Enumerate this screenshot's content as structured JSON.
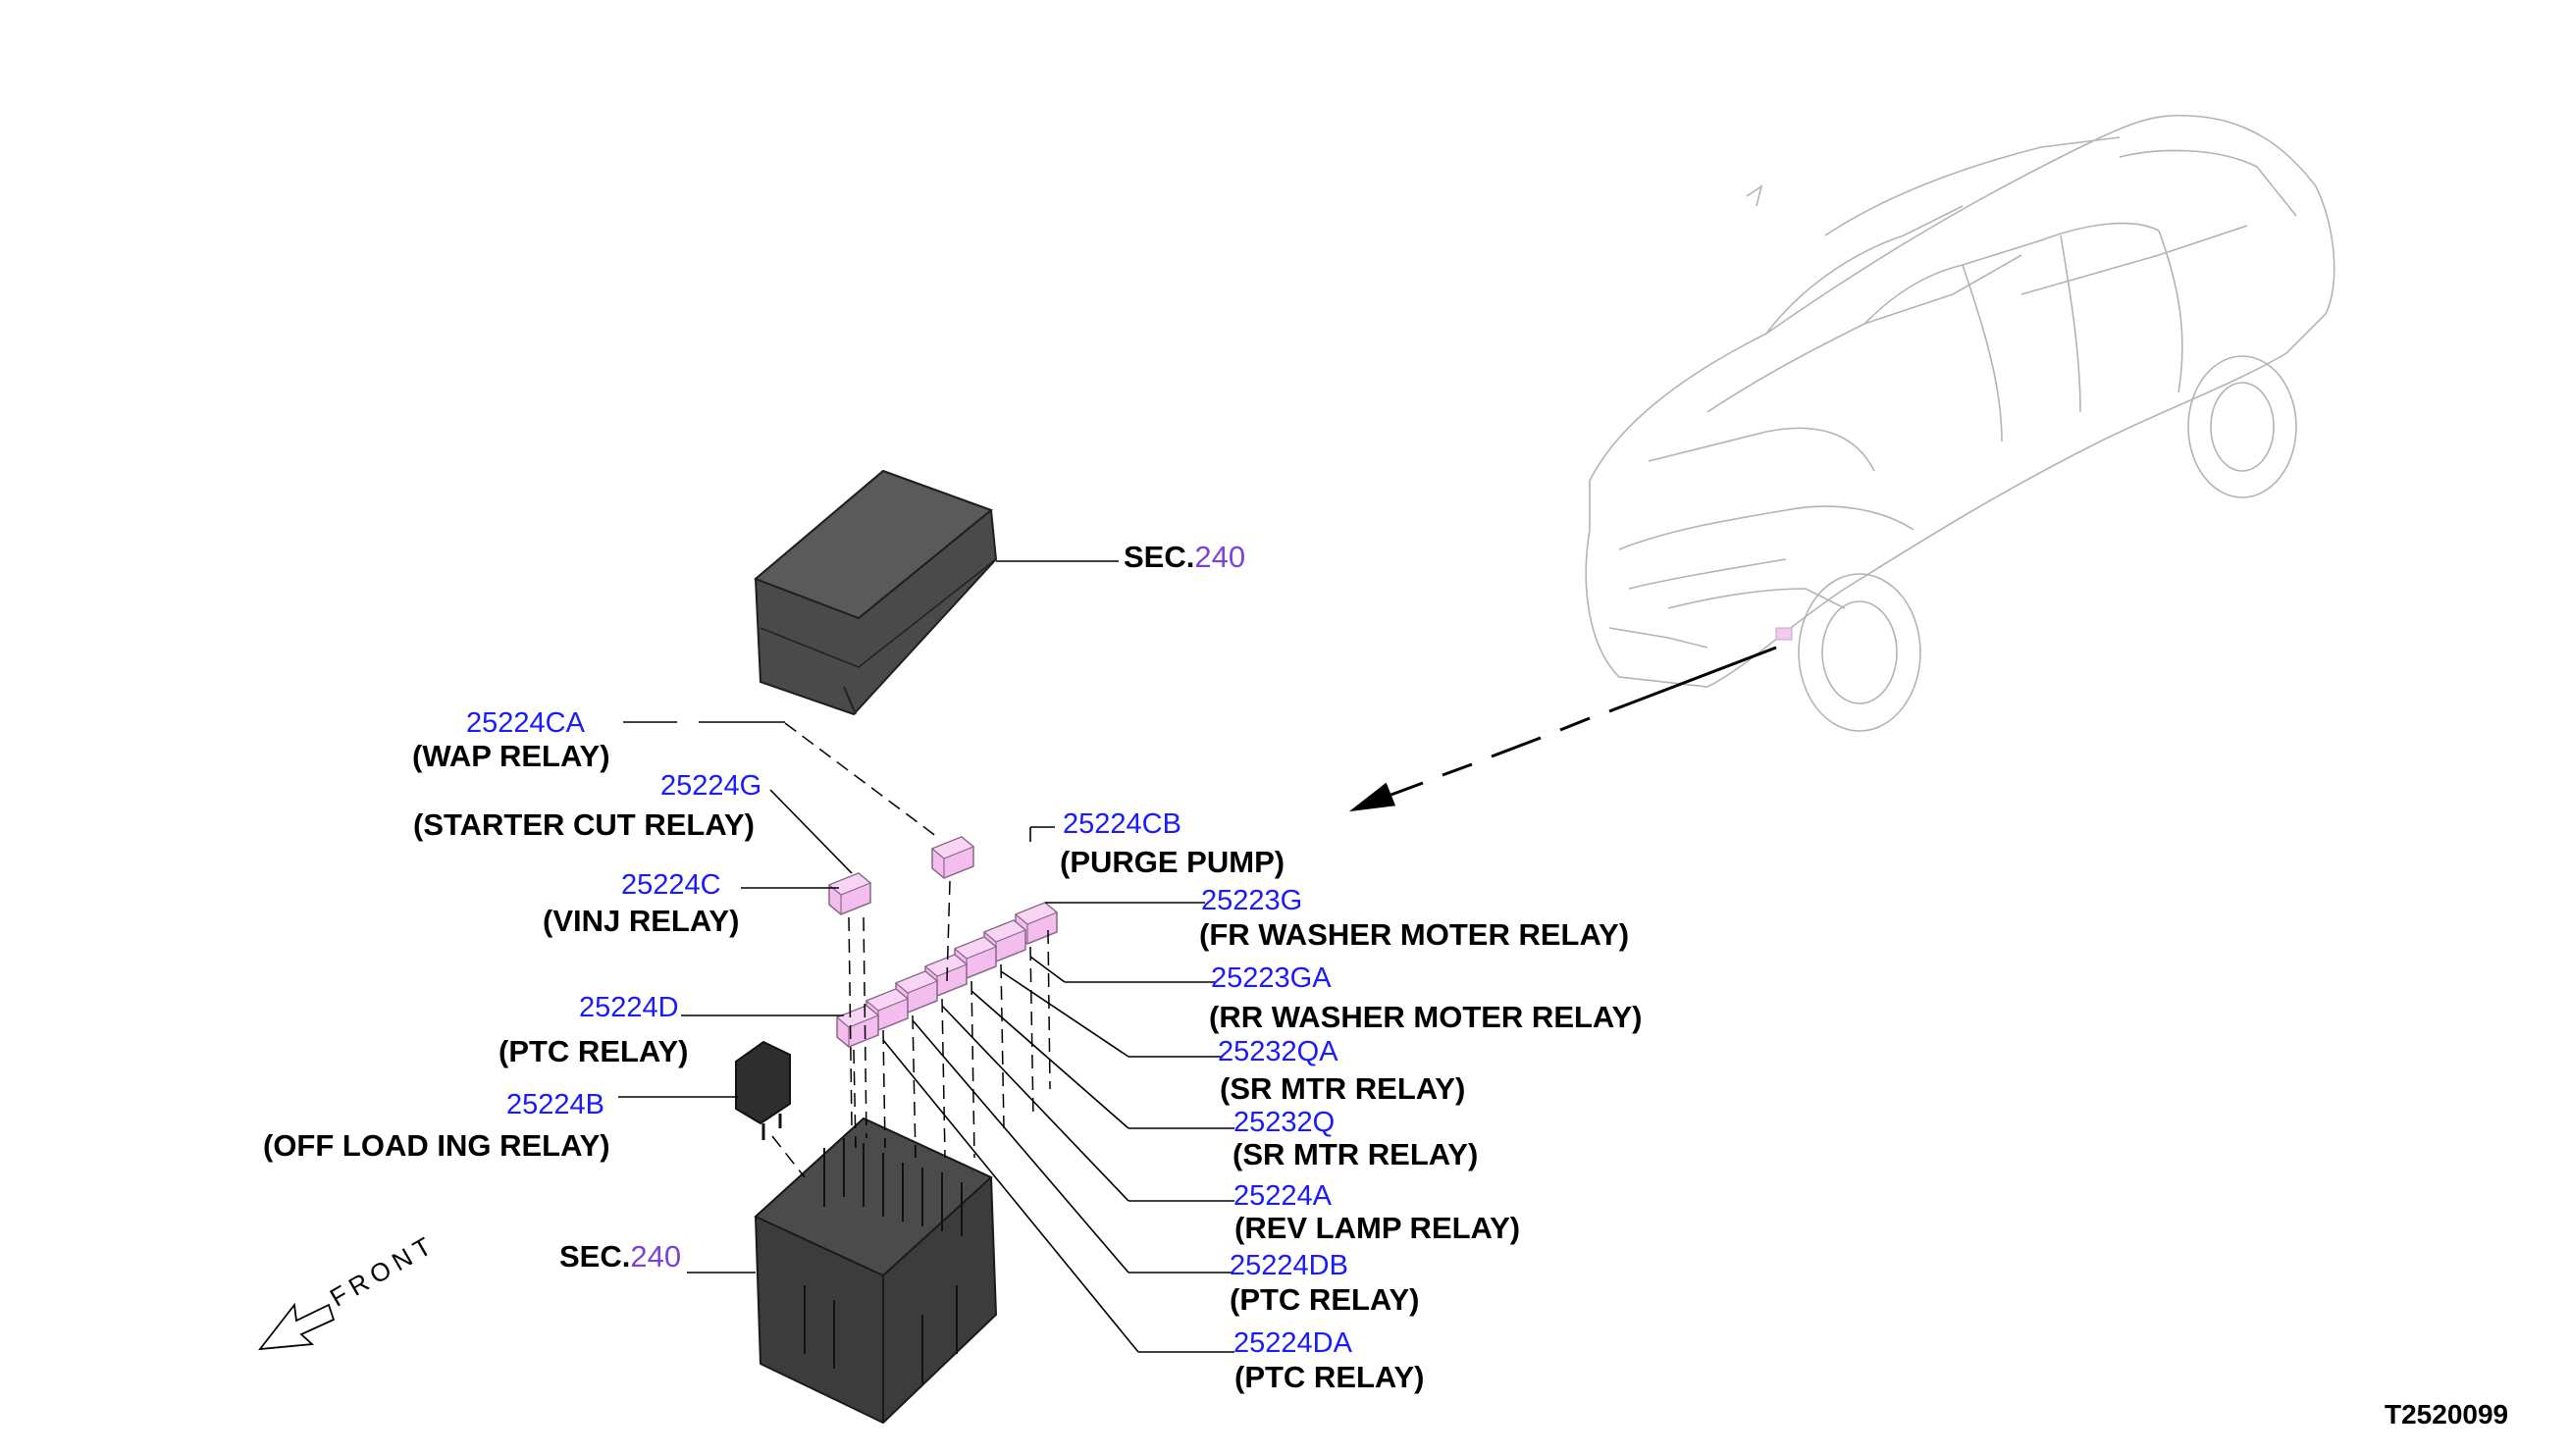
{
  "callouts": [
    {
      "id": "cover",
      "part": "",
      "sec_prefix": "SEC.",
      "sec_number": "240"
    },
    {
      "id": "p1",
      "part": "25224CA",
      "desc": "(WAP RELAY)"
    },
    {
      "id": "p2",
      "part": "25224G",
      "desc": "(STARTER CUT RELAY)"
    },
    {
      "id": "p3",
      "part": "25224CB",
      "desc": "(PURGE PUMP)"
    },
    {
      "id": "p4",
      "part": "25224C",
      "desc": "(VINJ RELAY)"
    },
    {
      "id": "p5",
      "part": "25223G",
      "desc": "(FR WASHER MOTER RELAY)"
    },
    {
      "id": "p6",
      "part": "25223GA",
      "desc": "(RR WASHER MOTER RELAY)"
    },
    {
      "id": "p7",
      "part": "25224D",
      "desc": "(PTC RELAY)"
    },
    {
      "id": "p8",
      "part": "25232QA",
      "desc": "(SR MTR RELAY)"
    },
    {
      "id": "p9",
      "part": "25224B",
      "desc": "(OFF LOAD ING RELAY)"
    },
    {
      "id": "p10",
      "part": "25232Q",
      "desc": "(SR MTR RELAY)"
    },
    {
      "id": "p11",
      "part": "25224A",
      "desc": "(REV LAMP RELAY)"
    },
    {
      "id": "p12",
      "part": "25224DB",
      "desc": "(PTC RELAY)"
    },
    {
      "id": "p13",
      "part": "25224DA",
      "desc": "(PTC RELAY)"
    },
    {
      "id": "box",
      "part": "",
      "sec_prefix": "SEC.",
      "sec_number": "240"
    }
  ],
  "front_label": "FRONT",
  "diagram_code": "T2520099",
  "colors": {
    "relay": "#f0b8ec",
    "box": "#3a3a3a",
    "part_number": "#1a1aff",
    "sec_number": "#7a44d6"
  }
}
